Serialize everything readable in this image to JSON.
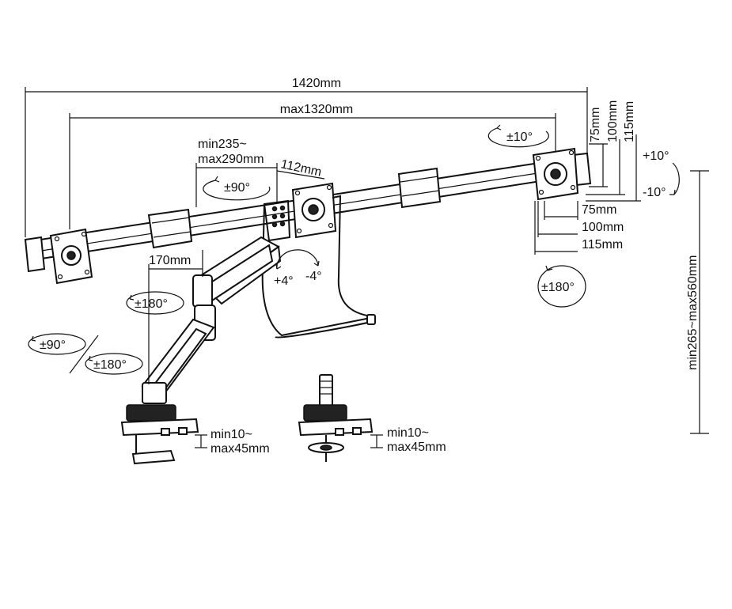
{
  "diagram": {
    "dimensions": {
      "total_width": "1420mm",
      "max_span": "max1320mm",
      "arm_extension_line1": "min235~",
      "arm_extension_line2": "max290mm",
      "center_offset": "112mm",
      "pole_offset": "170mm",
      "vesa_75_vertical": "75mm",
      "vesa_100_vertical": "100mm",
      "vesa_115_vertical": "115mm",
      "vesa_75_horizontal": "75mm",
      "vesa_100_horizontal": "100mm",
      "vesa_115_horizontal": "115mm",
      "height_range": "min265~max560mm",
      "clamp_thickness_line1": "min10~",
      "clamp_thickness_line2": "max45mm",
      "grommet_thickness_line1": "min10~",
      "grommet_thickness_line2": "max45mm"
    },
    "rotations": {
      "right_tilt_range": "±10°",
      "tilt_up": "+10°",
      "tilt_down": "-10°",
      "center_swivel": "±90°",
      "center_tilt_up": "+4°",
      "center_tilt_down": "-4°",
      "right_rotation": "±180°",
      "arm_rotation": "±180°",
      "base_rotation_90": "±90°",
      "base_rotation_180": "±180°"
    }
  }
}
